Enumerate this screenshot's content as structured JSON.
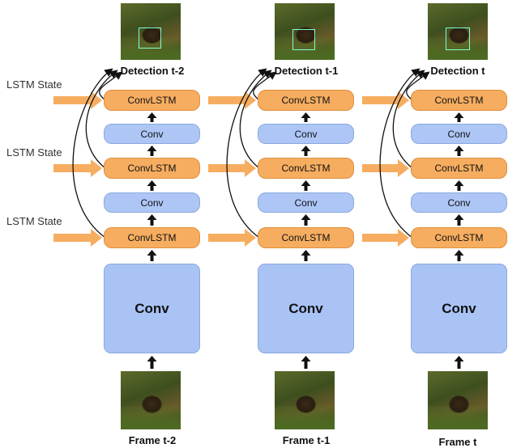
{
  "side_labels": [
    "LSTM State",
    "LSTM State",
    "LSTM State"
  ],
  "columns": [
    {
      "detection": "Detection t-2",
      "frame": "Frame t-2",
      "big_conv": "Conv",
      "stack": [
        "ConvLSTM",
        "Conv",
        "ConvLSTM",
        "Conv",
        "ConvLSTM"
      ]
    },
    {
      "detection": "Detection t-1",
      "frame": "Frame t-1",
      "big_conv": "Conv",
      "stack": [
        "ConvLSTM",
        "Conv",
        "ConvLSTM",
        "Conv",
        "ConvLSTM"
      ]
    },
    {
      "detection": "Detection t",
      "frame": "Frame t",
      "big_conv": "Conv",
      "stack": [
        "ConvLSTM",
        "Conv",
        "ConvLSTM",
        "Conv",
        "ConvLSTM"
      ]
    }
  ],
  "colors": {
    "lstm": "#f6ad60",
    "conv": "#adc6f6",
    "arrow_orange": "#f6ad60"
  }
}
